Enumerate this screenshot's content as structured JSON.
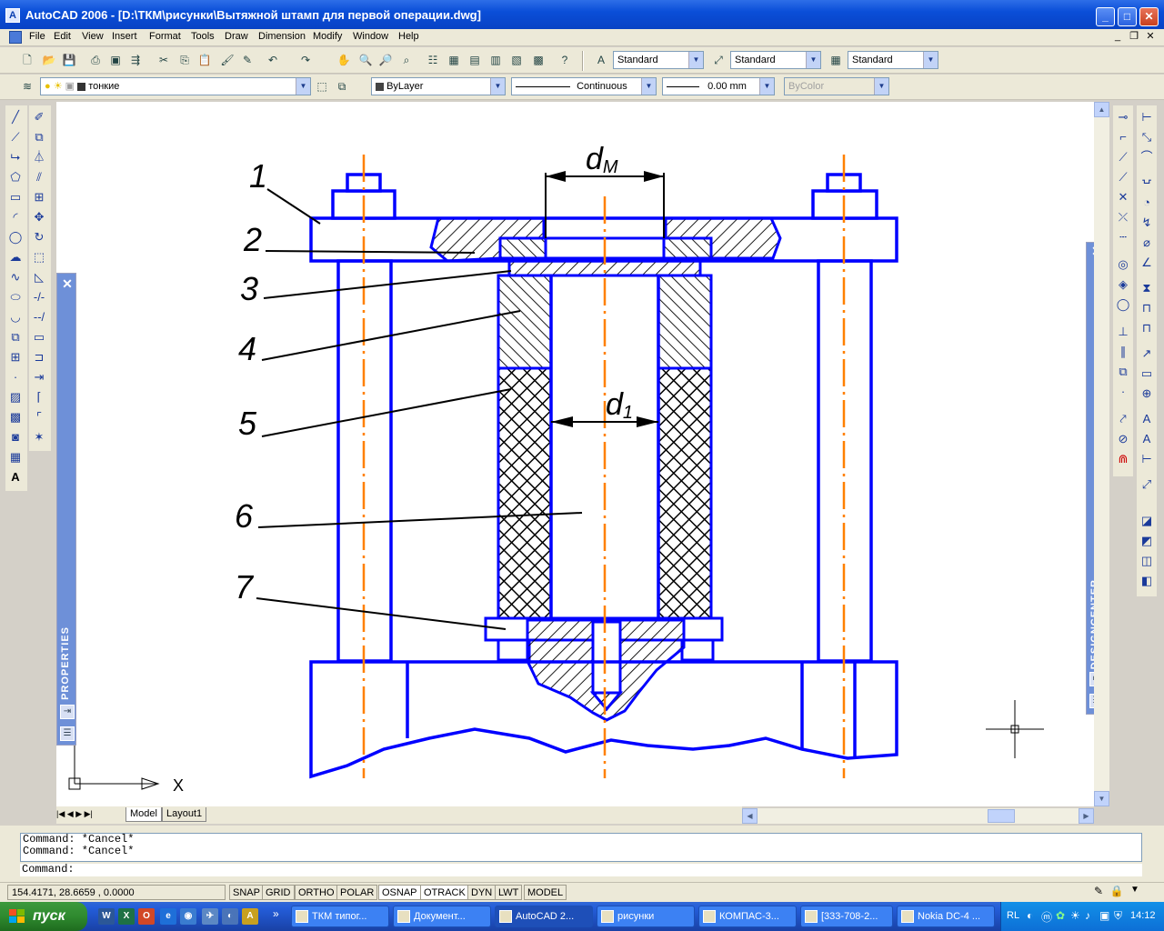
{
  "window": {
    "app_icon_label": "A",
    "title": "AutoCAD 2006 - [D:\\ТКМ\\рисунки\\Вытяжной штамп для первой операции.dwg]",
    "minimize": "_",
    "maximize": "□",
    "close": "✕"
  },
  "menu": {
    "items": [
      "File",
      "Edit",
      "View",
      "Insert",
      "Format",
      "Tools",
      "Draw",
      "Dimension",
      "Modify",
      "Window",
      "Help"
    ],
    "doc_minimize": "_",
    "doc_restore": "❐",
    "doc_close": "✕"
  },
  "toolbar_styles": {
    "text_style": "Standard",
    "dim_style": "Standard",
    "table_style": "Standard"
  },
  "toolbar_layers": {
    "layer_name": "тонкие",
    "color": "ByLayer",
    "linetype": "Continuous",
    "lineweight": "0.00 mm",
    "plotstyle": "ByColor"
  },
  "drawing": {
    "labels": [
      "1",
      "2",
      "3",
      "4",
      "5",
      "6",
      "7"
    ],
    "dim_dm_base": "d",
    "dim_dm_sub": "М",
    "dim_d1_base": "d",
    "dim_d1_sub": "1",
    "ucs_x": "X",
    "colors": {
      "outline": "#0000ff",
      "centerline": "#ff8000",
      "hatch": "#000000",
      "background": "#ffffff"
    }
  },
  "tabs": {
    "model": "Model",
    "layout1": "Layout1"
  },
  "palettes": {
    "properties": "PROPERTIES",
    "designcenter": "DESIGNCENTER"
  },
  "command": {
    "line1": "Command: *Cancel*",
    "line2": "Command: *Cancel*",
    "prompt": "Command:"
  },
  "status": {
    "coords": "154.4171, 28.6659 , 0.0000",
    "toggles": [
      "SNAP",
      "GRID",
      "ORTHO",
      "POLAR",
      "OSNAP",
      "OTRACK",
      "DYN",
      "LWT",
      "MODEL"
    ]
  },
  "taskbar": {
    "start": "пуск",
    "tasks": [
      "ТКМ типог...",
      "Документ...",
      "AutoCAD 2...",
      "рисунки",
      "КОМПАС-3...",
      "[333-708-2...",
      "Nokia DC-4 ..."
    ],
    "tray_lang": "RL",
    "clock": "14:12"
  }
}
